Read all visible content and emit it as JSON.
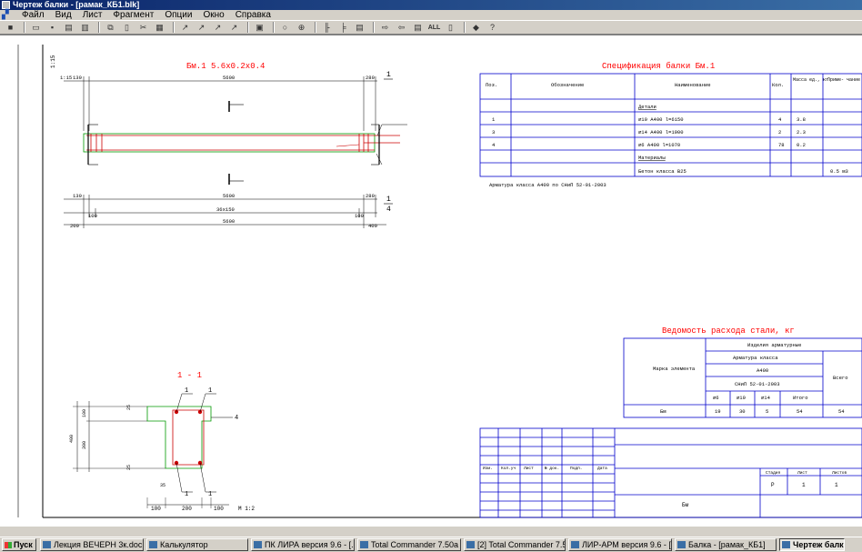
{
  "window": {
    "title": "Чертеж балки - [рамак_КБ1.blk]"
  },
  "menu": [
    "Файл",
    "Вид",
    "Лист",
    "Фрагмент",
    "Опции",
    "Окно",
    "Справка"
  ],
  "toolbar": {
    "buttons": [
      "new-icon",
      "open-icon",
      "save-icon",
      "print-preview-icon",
      "print-icon",
      "copy-icon",
      "paste-icon",
      "cut-icon",
      "insert-icon",
      "tool-1-icon",
      "tool-2-icon",
      "tool-3-icon",
      "tool-4-icon",
      "calc-icon",
      "zoom-out-icon",
      "zoom-in-icon",
      "dim-1-icon",
      "dim-2-icon",
      "dim-3-icon",
      "arrow-right-icon",
      "arrow-left-icon",
      "table-icon",
      "all-icon",
      "frame-icon",
      "book-icon",
      "help-icon"
    ],
    "all_label": "ALL"
  },
  "drawing": {
    "scale_side_label": "1:15",
    "scale_mark": "1:15",
    "beam_title": "Бм.1 5.6х0.2х0.4",
    "top_dims": {
      "left": "130",
      "middle": "5600",
      "right": "280"
    },
    "section_marks": {
      "tl": "1",
      "tr": "1",
      "side": "4",
      "bl": "1",
      "br": "1"
    },
    "frac_top": {
      "num": "1",
      "den": ""
    },
    "frac_bottom": {
      "num": "1",
      "den": "4"
    },
    "bottom_dims_row1": {
      "left": "130",
      "middle": "5600",
      "right": "280"
    },
    "bottom_dims_row2": {
      "left": "100",
      "middle": "36х150",
      "right": "100"
    },
    "bottom_dims_row3": {
      "left": "200",
      "middle": "5600",
      "right": "400"
    },
    "section_title": "1 - 1",
    "section_scale": "М 1:2",
    "section_dims": {
      "top_offset": "25",
      "upper": "100",
      "height": "400",
      "lower": "300",
      "bottom_offset": "25",
      "web_offset": "35",
      "bottom_left": "100",
      "bottom_mid": "200",
      "bottom_right": "100"
    }
  },
  "spec": {
    "title": "Спецификация балки Бм.1",
    "headers": [
      "Поз.",
      "Обозначение",
      "Наименование",
      "Кол.",
      "Масса ед., кг",
      "Приме- чание"
    ],
    "rows": [
      {
        "pos": "",
        "designation": "",
        "name": "Детали",
        "qty": "",
        "mass": "",
        "note": "",
        "underline": true
      },
      {
        "pos": "1",
        "designation": "",
        "name": "⌀10 А400 l=6150",
        "qty": "4",
        "mass": "3.8",
        "note": ""
      },
      {
        "pos": "3",
        "designation": "",
        "name": "⌀14 А400 l=1900",
        "qty": "2",
        "mass": "2.3",
        "note": ""
      },
      {
        "pos": "4",
        "designation": "",
        "name": "⌀6 А400 l=1070",
        "qty": "78",
        "mass": "0.2",
        "note": ""
      },
      {
        "pos": "",
        "designation": "",
        "name": "Материалы",
        "qty": "",
        "mass": "",
        "note": "",
        "underline": true
      },
      {
        "pos": "",
        "designation": "",
        "name": "Бетон класса В25",
        "qty": "",
        "mass": "",
        "note": "0.5 м3"
      }
    ],
    "footnote": "Арматура класса А400 по СНиП 52-01-2003"
  },
  "steel": {
    "title": "Ведомость расхода стали, кг",
    "col_mark": "Марка элемента",
    "col_items": "Изделия арматурные",
    "col_class": "Арматура класса",
    "col_a400": "А400",
    "col_snip": "СНиП 52-01-2003",
    "col_total": "Всего",
    "subheaders": [
      "⌀6",
      "⌀10",
      "⌀14",
      "Итого"
    ],
    "row": {
      "mark": "Бм",
      "d6": "19",
      "d10": "30",
      "d14": "5",
      "itogo": "54",
      "total": "54"
    }
  },
  "stamp": {
    "headers": [
      "Изм.",
      "Кол.уч",
      "Лист",
      "№ док.",
      "Подп.",
      "Дата"
    ],
    "stage_headers": [
      "Стадия",
      "Лист",
      "Листов"
    ],
    "stage_values": [
      "Р",
      "1",
      "1"
    ],
    "name_cell": "Бм"
  },
  "taskbar": {
    "start": "Пуск",
    "tasks": [
      "Лекция ВЕЧЕРН 3к.doc ...",
      "Калькулятор",
      "ПК ЛИРА  версия 9.6 - [...",
      "Total Commander 7.50a ...",
      "[2] Total Commander 7.5...",
      "ЛИР-АРМ версия 9.6 - [...",
      "Балка - [рамак_КБ1]",
      "Чертеж балк"
    ]
  },
  "colors": {
    "title_red": "#ff0000",
    "line_blue": "#0000cc",
    "drawing_black": "#000000",
    "rebar_red": "#cc0000",
    "green": "#009900"
  }
}
